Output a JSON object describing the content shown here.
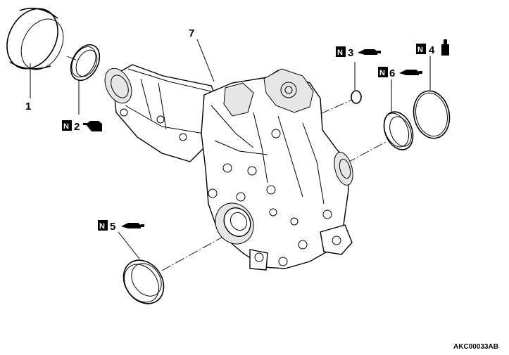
{
  "diagram": {
    "reference_code": "AKC00033AB",
    "callouts": [
      {
        "id": "1",
        "label": "1"
      },
      {
        "id": "2",
        "label": "2",
        "non_reusable": "N",
        "lube": "gear-oil-can-icon"
      },
      {
        "id": "3",
        "label": "3",
        "non_reusable": "N",
        "lube": "grease-gun-icon"
      },
      {
        "id": "4",
        "label": "4",
        "non_reusable": "N",
        "lube": "sealant-tube-icon"
      },
      {
        "id": "5",
        "label": "5",
        "non_reusable": "N",
        "lube": "grease-gun-icon"
      },
      {
        "id": "6",
        "label": "6",
        "non_reusable": "N",
        "lube": "grease-gun-icon"
      },
      {
        "id": "7",
        "label": "7"
      }
    ]
  }
}
